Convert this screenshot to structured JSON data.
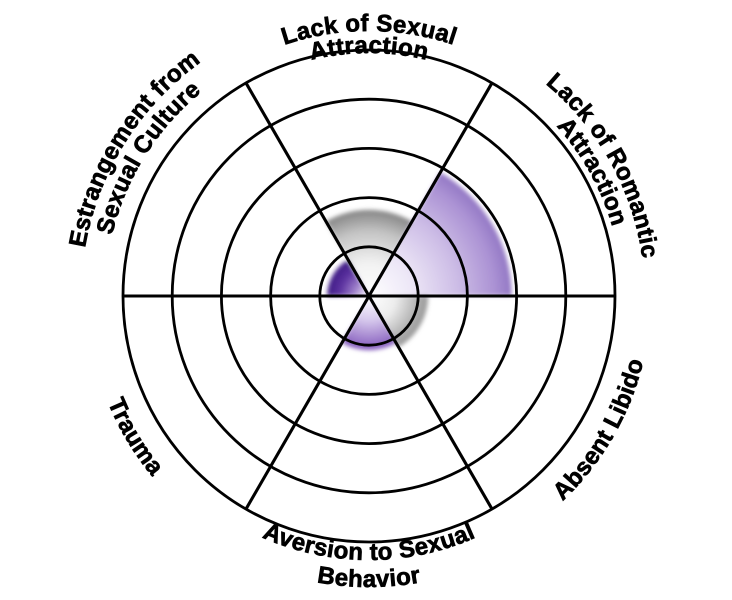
{
  "chart_data": {
    "type": "polar-wheel",
    "title": "",
    "rings": 5,
    "max_value": 5,
    "background": "#ffffff",
    "grid_color": "#000000",
    "label_color": "#000000",
    "axes": [
      {
        "id": "lack-of-sexual-attraction",
        "label_lines": [
          "Lack of Sexual",
          "Attraction"
        ],
        "sector_deg": [
          60,
          120
        ],
        "label_mid_deg": 90,
        "label_radii": [
          265,
          243
        ],
        "label_side": "outer",
        "value": 1.75,
        "fill_color": "#858585",
        "gradient_stops": [
          {
            "o": 0,
            "c": "#ffffff"
          },
          {
            "o": 0.38,
            "c": "#f2f2f2"
          },
          {
            "o": 0.75,
            "c": "#c4c4c4"
          },
          {
            "o": 1,
            "c": "#858585"
          }
        ]
      },
      {
        "id": "lack-of-romantic-attraction",
        "label_lines": [
          "Lack of Romantic",
          "Attraction"
        ],
        "sector_deg": [
          0,
          60
        ],
        "label_mid_deg": 29,
        "label_radii": [
          276,
          253
        ],
        "label_side": "outer",
        "value": 2.9,
        "fill_color": "#9277c4",
        "gradient_stops": [
          {
            "o": 0,
            "c": "#ffffff"
          },
          {
            "o": 0.3,
            "c": "#ede7f7"
          },
          {
            "o": 0.62,
            "c": "#cdbde6"
          },
          {
            "o": 0.88,
            "c": "#ab92d4"
          },
          {
            "o": 1,
            "c": "#9277c4"
          }
        ]
      },
      {
        "id": "absent-libido",
        "label_lines": [
          "Absent Libido"
        ],
        "sector_deg": [
          300,
          360
        ],
        "label_mid_deg": 330,
        "label_radii": [
          282
        ],
        "label_side": "inner",
        "value": 1.2,
        "fill_color": "#969696",
        "gradient_stops": [
          {
            "o": 0,
            "c": "#ffffff"
          },
          {
            "o": 0.45,
            "c": "#ededed"
          },
          {
            "o": 1,
            "c": "#969696"
          }
        ]
      },
      {
        "id": "aversion-to-sexual-behavior",
        "label_lines": [
          "Aversion to Sexual",
          "Behavior"
        ],
        "sector_deg": [
          240,
          300
        ],
        "label_mid_deg": 270,
        "label_radii": [
          264,
          291
        ],
        "label_side": "inner",
        "value": 1.1,
        "fill_color": "#8157bb",
        "gradient_stops": [
          {
            "o": 0,
            "c": "#ffffff"
          },
          {
            "o": 0.45,
            "c": "#d6c8ec"
          },
          {
            "o": 1,
            "c": "#8157bb"
          }
        ]
      },
      {
        "id": "trauma",
        "label_lines": [
          "Trauma"
        ],
        "sector_deg": [
          180,
          240
        ],
        "label_mid_deg": 211,
        "label_radii": [
          282
        ],
        "label_side": "inner",
        "value": 0,
        "fill_color": null,
        "gradient_stops": []
      },
      {
        "id": "estrangement-from-sexual-culture",
        "label_lines": [
          "Estrangement from",
          "Sexual Culture"
        ],
        "sector_deg": [
          120,
          180
        ],
        "label_mid_deg": 148,
        "label_radii": [
          288,
          264
        ],
        "label_side": "outer",
        "value": 0.85,
        "fill_color": "#3f1c85",
        "gradient_stops": [
          {
            "o": 0,
            "c": "#ffffff"
          },
          {
            "o": 0.35,
            "c": "#a183cd"
          },
          {
            "o": 0.7,
            "c": "#5c32a0"
          },
          {
            "o": 1,
            "c": "#3f1c85"
          }
        ]
      }
    ]
  }
}
